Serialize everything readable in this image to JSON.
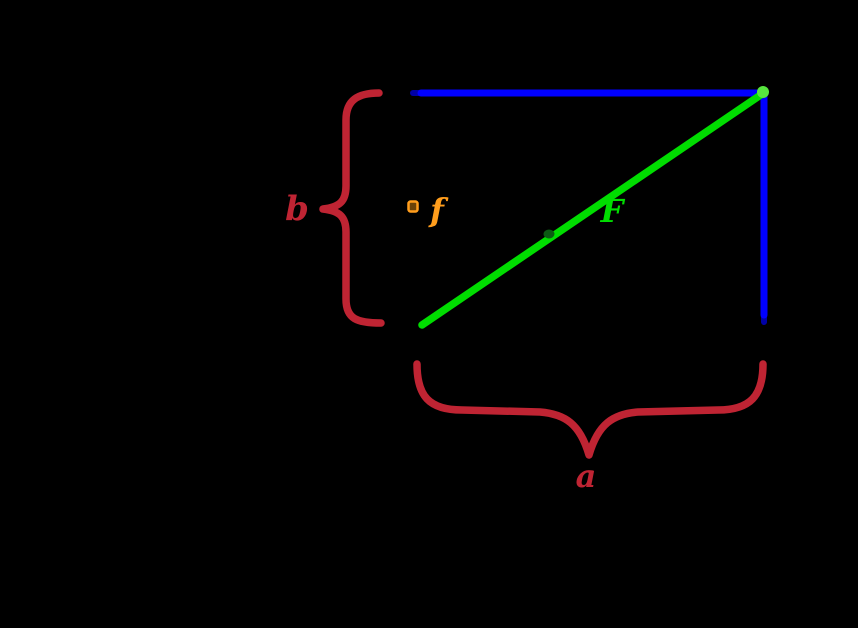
{
  "canvas": {
    "background": "#000000"
  },
  "colors": {
    "side": "#0000ff",
    "side_fade": "#0000a6",
    "hypotenuse": "#00dd00",
    "hypotenuse_tip": "#57e53e",
    "hypotenuse_smudge": "#0c5a14",
    "brace": "#bf2433",
    "marker_outline": "#ff9d1c",
    "marker_center": "#6b4208",
    "label_f": "#ff9d1c",
    "label_F": "#00dd00"
  },
  "labels": {
    "side_b": "b",
    "side_a": "a",
    "marker": "f",
    "hypotenuse": "F"
  }
}
